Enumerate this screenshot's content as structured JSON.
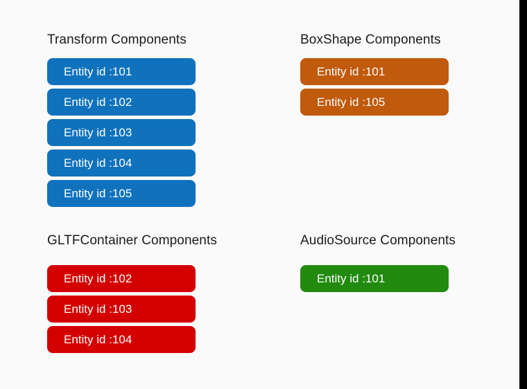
{
  "background_color": "#fafafa",
  "gutter_color": "#000000",
  "title_color": "#1a1a1a",
  "groups": [
    {
      "id": "transform",
      "title": "Transform Components",
      "color": "#1072bd",
      "entities": [
        {
          "label": "Entity id :101"
        },
        {
          "label": "Entity id :102"
        },
        {
          "label": "Entity id :103"
        },
        {
          "label": "Entity id :104"
        },
        {
          "label": "Entity id :105"
        }
      ]
    },
    {
      "id": "boxshape",
      "title": "BoxShape Components",
      "color": "#c05a0c",
      "entities": [
        {
          "label": "Entity id :101"
        },
        {
          "label": "Entity id :105"
        }
      ]
    },
    {
      "id": "gltfcontainer",
      "title": "GLTFContainer Components",
      "color": "#d40000",
      "entities": [
        {
          "label": "Entity id :102"
        },
        {
          "label": "Entity id :103"
        },
        {
          "label": "Entity id :104"
        }
      ]
    },
    {
      "id": "audiosource",
      "title": "AudioSource Components",
      "color": "#218a0f",
      "entities": [
        {
          "label": "Entity id :101"
        }
      ]
    }
  ]
}
